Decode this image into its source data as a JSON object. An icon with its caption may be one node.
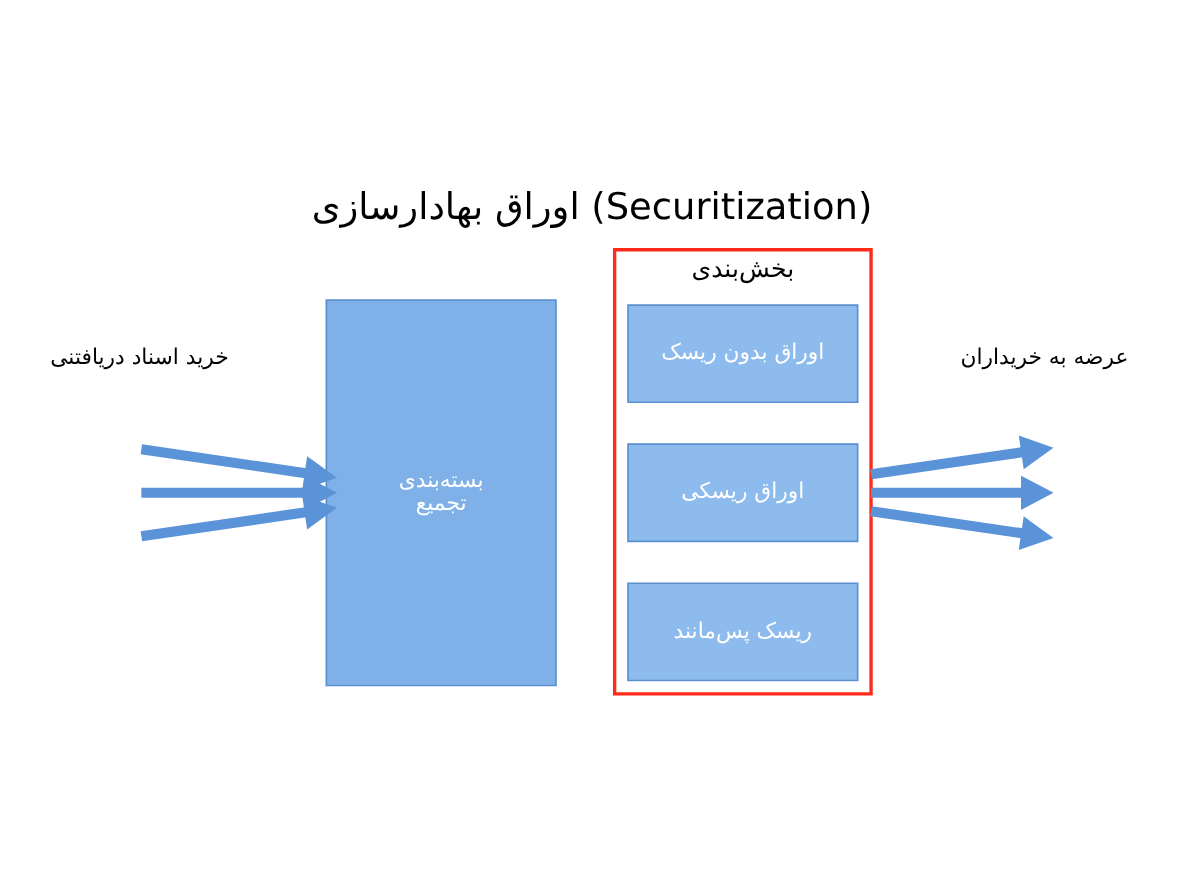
{
  "diagram": {
    "title": "اوراق بهادارسازی (Securitization)",
    "nodes": [
      {
        "text": [
          "بسته‌بندی",
          "تجمیع"
        ]
      },
      {
        "text": [
          "بخش‌بندی"
        ]
      },
      {
        "text": [
          "اوراق بدون ریسک"
        ],
        "in": 1
      },
      {
        "text": [
          "اوراق ریسکی"
        ],
        "in": 1
      },
      {
        "text": [
          "ریسک پس‌مانند"
        ],
        "in": 1
      }
    ],
    "edges": [
      {
        "from": null,
        "to": 0,
        "arrow": "to"
      },
      {
        "from": null,
        "to": 0,
        "arrow": "to"
      },
      {
        "from": null,
        "to": 0,
        "arrow": "to"
      },
      {
        "from": 1,
        "to": null,
        "arrow": "to"
      },
      {
        "from": 1,
        "to": null,
        "arrow": "to"
      },
      {
        "from": 1,
        "to": null,
        "arrow": "to"
      }
    ],
    "labels": [
      "خرید اسناد دریافتنی",
      "عرضه به خریداران"
    ]
  }
}
